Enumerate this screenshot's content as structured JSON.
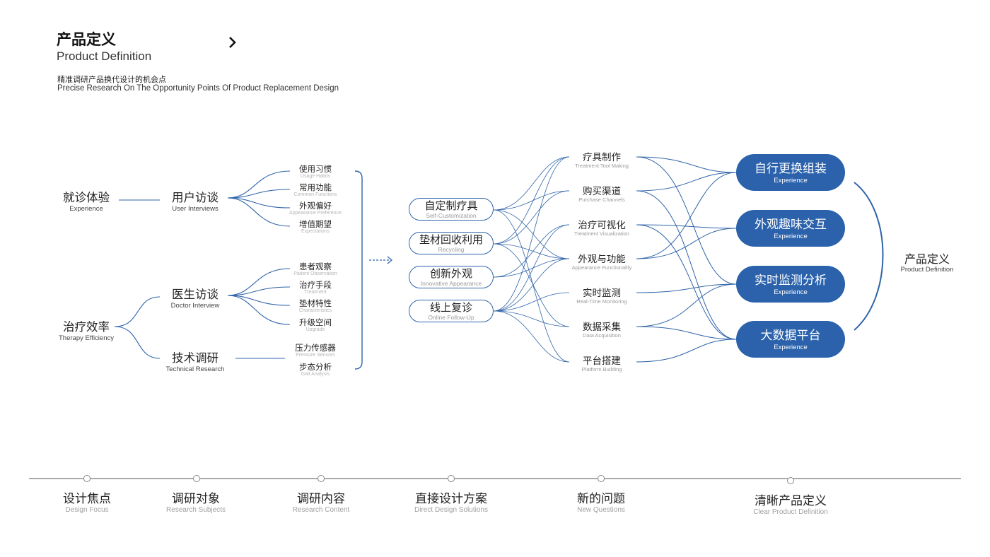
{
  "header": {
    "title": "产品定义",
    "subtitle": "Product Definition",
    "desc_cn": "精准调研产品换代设计的机会点",
    "desc_en": "Precise Research On The Opportunity Points Of Product Replacement Design",
    "next_glyph": "›"
  },
  "focus": [
    {
      "cn": "就诊体验",
      "en": "Experience"
    },
    {
      "cn": "治疗效率",
      "en": "Therapy Efficiency"
    }
  ],
  "subjects": [
    {
      "cn": "用户访谈",
      "en": "User Interviews"
    },
    {
      "cn": "医生访谈",
      "en": "Doctor Interview"
    },
    {
      "cn": "技术调研",
      "en": "Technical Research"
    }
  ],
  "contents": [
    {
      "cn": "使用习惯",
      "en": "Usage Habits"
    },
    {
      "cn": "常用功能",
      "en": "Common Functions"
    },
    {
      "cn": "外观偏好",
      "en": "Appearance Preference"
    },
    {
      "cn": "增值期望",
      "en": "Expectations"
    },
    {
      "cn": "患者观察",
      "en": "Patient Observation"
    },
    {
      "cn": "治疗手段",
      "en": "Treatment"
    },
    {
      "cn": "垫材特性",
      "en": "Characteristics"
    },
    {
      "cn": "升级空间",
      "en": "Upgrade"
    },
    {
      "cn": "压力传感器",
      "en": "Pressure Sensors"
    },
    {
      "cn": "步态分析",
      "en": "Gait Analysis"
    }
  ],
  "solutions": [
    {
      "cn": "自定制疗具",
      "en": "Self-Customization"
    },
    {
      "cn": "垫材回收利用",
      "en": "Recycling"
    },
    {
      "cn": "创新外观",
      "en": "Innovative Appearance"
    },
    {
      "cn": "线上复诊",
      "en": "Online Follow-Up"
    }
  ],
  "questions": [
    {
      "cn": "疗具制作",
      "en": "Treatment Tool Making"
    },
    {
      "cn": "购买渠道",
      "en": "Purchase Channels"
    },
    {
      "cn": "治疗可视化",
      "en": "Treatment Visualization"
    },
    {
      "cn": "外观与功能",
      "en": "Appearance Functionality"
    },
    {
      "cn": "实时监测",
      "en": "Real-Time Monitoring"
    },
    {
      "cn": "数据采集",
      "en": "Data Acquisition"
    },
    {
      "cn": "平台搭建",
      "en": "Platform Building"
    }
  ],
  "definitions": [
    {
      "cn": "自行更换组装",
      "en": "Experience"
    },
    {
      "cn": "外观趣味交互",
      "en": "Experience"
    },
    {
      "cn": "实时监测分析",
      "en": "Experience"
    },
    {
      "cn": "大数据平台",
      "en": "Experience"
    }
  ],
  "final": {
    "cn": "产品定义",
    "en": "Product Definition"
  },
  "timeline": [
    {
      "cn": "设计焦点",
      "en": "Design Focus"
    },
    {
      "cn": "调研对象",
      "en": "Research Subjects"
    },
    {
      "cn": "调研内容",
      "en": "Research Content"
    },
    {
      "cn": "直接设计方案",
      "en": "Direct Design Solutions"
    },
    {
      "cn": "新的问题",
      "en": "New Questions"
    },
    {
      "cn": "清晰产品定义",
      "en": "Clear Product Definition"
    }
  ],
  "colors": {
    "accent": "#2b62ab",
    "line": "#2f64a8",
    "timeline": "#777777"
  }
}
